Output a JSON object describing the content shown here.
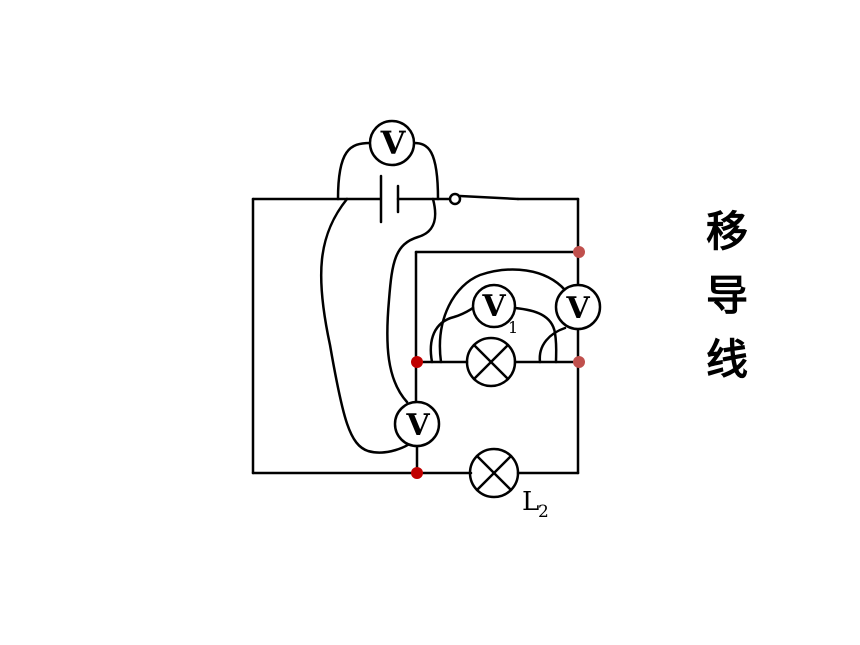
{
  "side_title": {
    "chars": [
      "移",
      "导",
      "线"
    ]
  },
  "meters": {
    "top": "V",
    "v1": "V",
    "v1_subscript": "1",
    "right": "V",
    "bottom": "V"
  },
  "lamps": {
    "l2_label": "L",
    "l2_subscript": "2"
  },
  "colors": {
    "wire": "#000000",
    "node_dark": "#c00000",
    "node_light": "#c0504d",
    "background": "#ffffff"
  }
}
